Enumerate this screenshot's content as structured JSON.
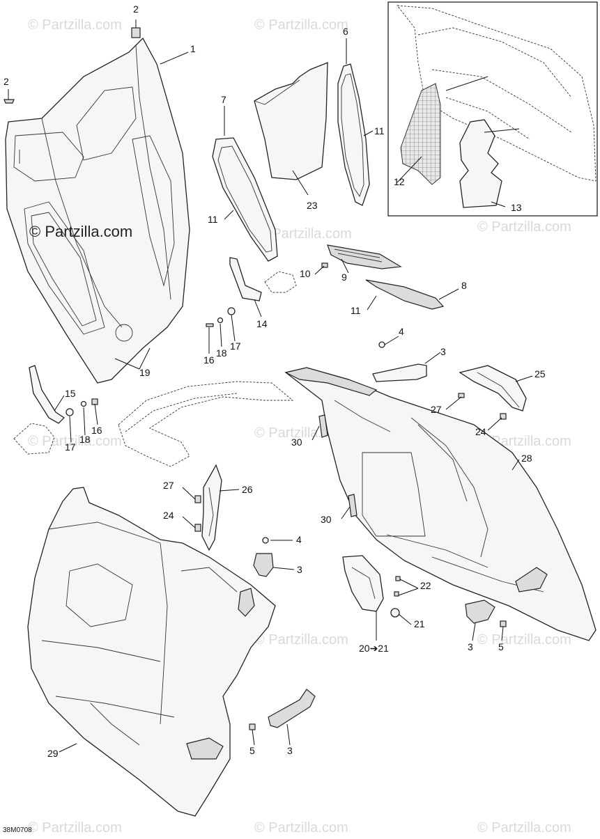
{
  "diagram": {
    "reference_code": "38M0708",
    "watermark_text": "© Partzilla.com",
    "callouts": {
      "c1": "1",
      "c2a": "2",
      "c2b": "2",
      "c3a": "3",
      "c3b": "3",
      "c3c": "3",
      "c3d": "3",
      "c4a": "4",
      "c4b": "4",
      "c5a": "5",
      "c5b": "5",
      "c6": "6",
      "c7": "7",
      "c8": "8",
      "c9": "9",
      "c10": "10",
      "c11a": "11",
      "c11b": "11",
      "c11c": "11",
      "c12": "12",
      "c13": "13",
      "c14": "14",
      "c15": "15",
      "c16a": "16",
      "c16b": "16",
      "c17a": "17",
      "c17b": "17",
      "c18a": "18",
      "c18b": "18",
      "c19": "19",
      "c20": "20➔21",
      "c21": "21",
      "c22": "22",
      "c23": "23",
      "c24a": "24",
      "c24b": "24",
      "c25": "25",
      "c26": "26",
      "c27a": "27",
      "c27b": "27",
      "c28": "28",
      "c29": "29",
      "c30a": "30",
      "c30b": "30"
    },
    "colors": {
      "line": "#222222",
      "watermark": "#d9d9d9",
      "background": "#ffffff"
    }
  }
}
